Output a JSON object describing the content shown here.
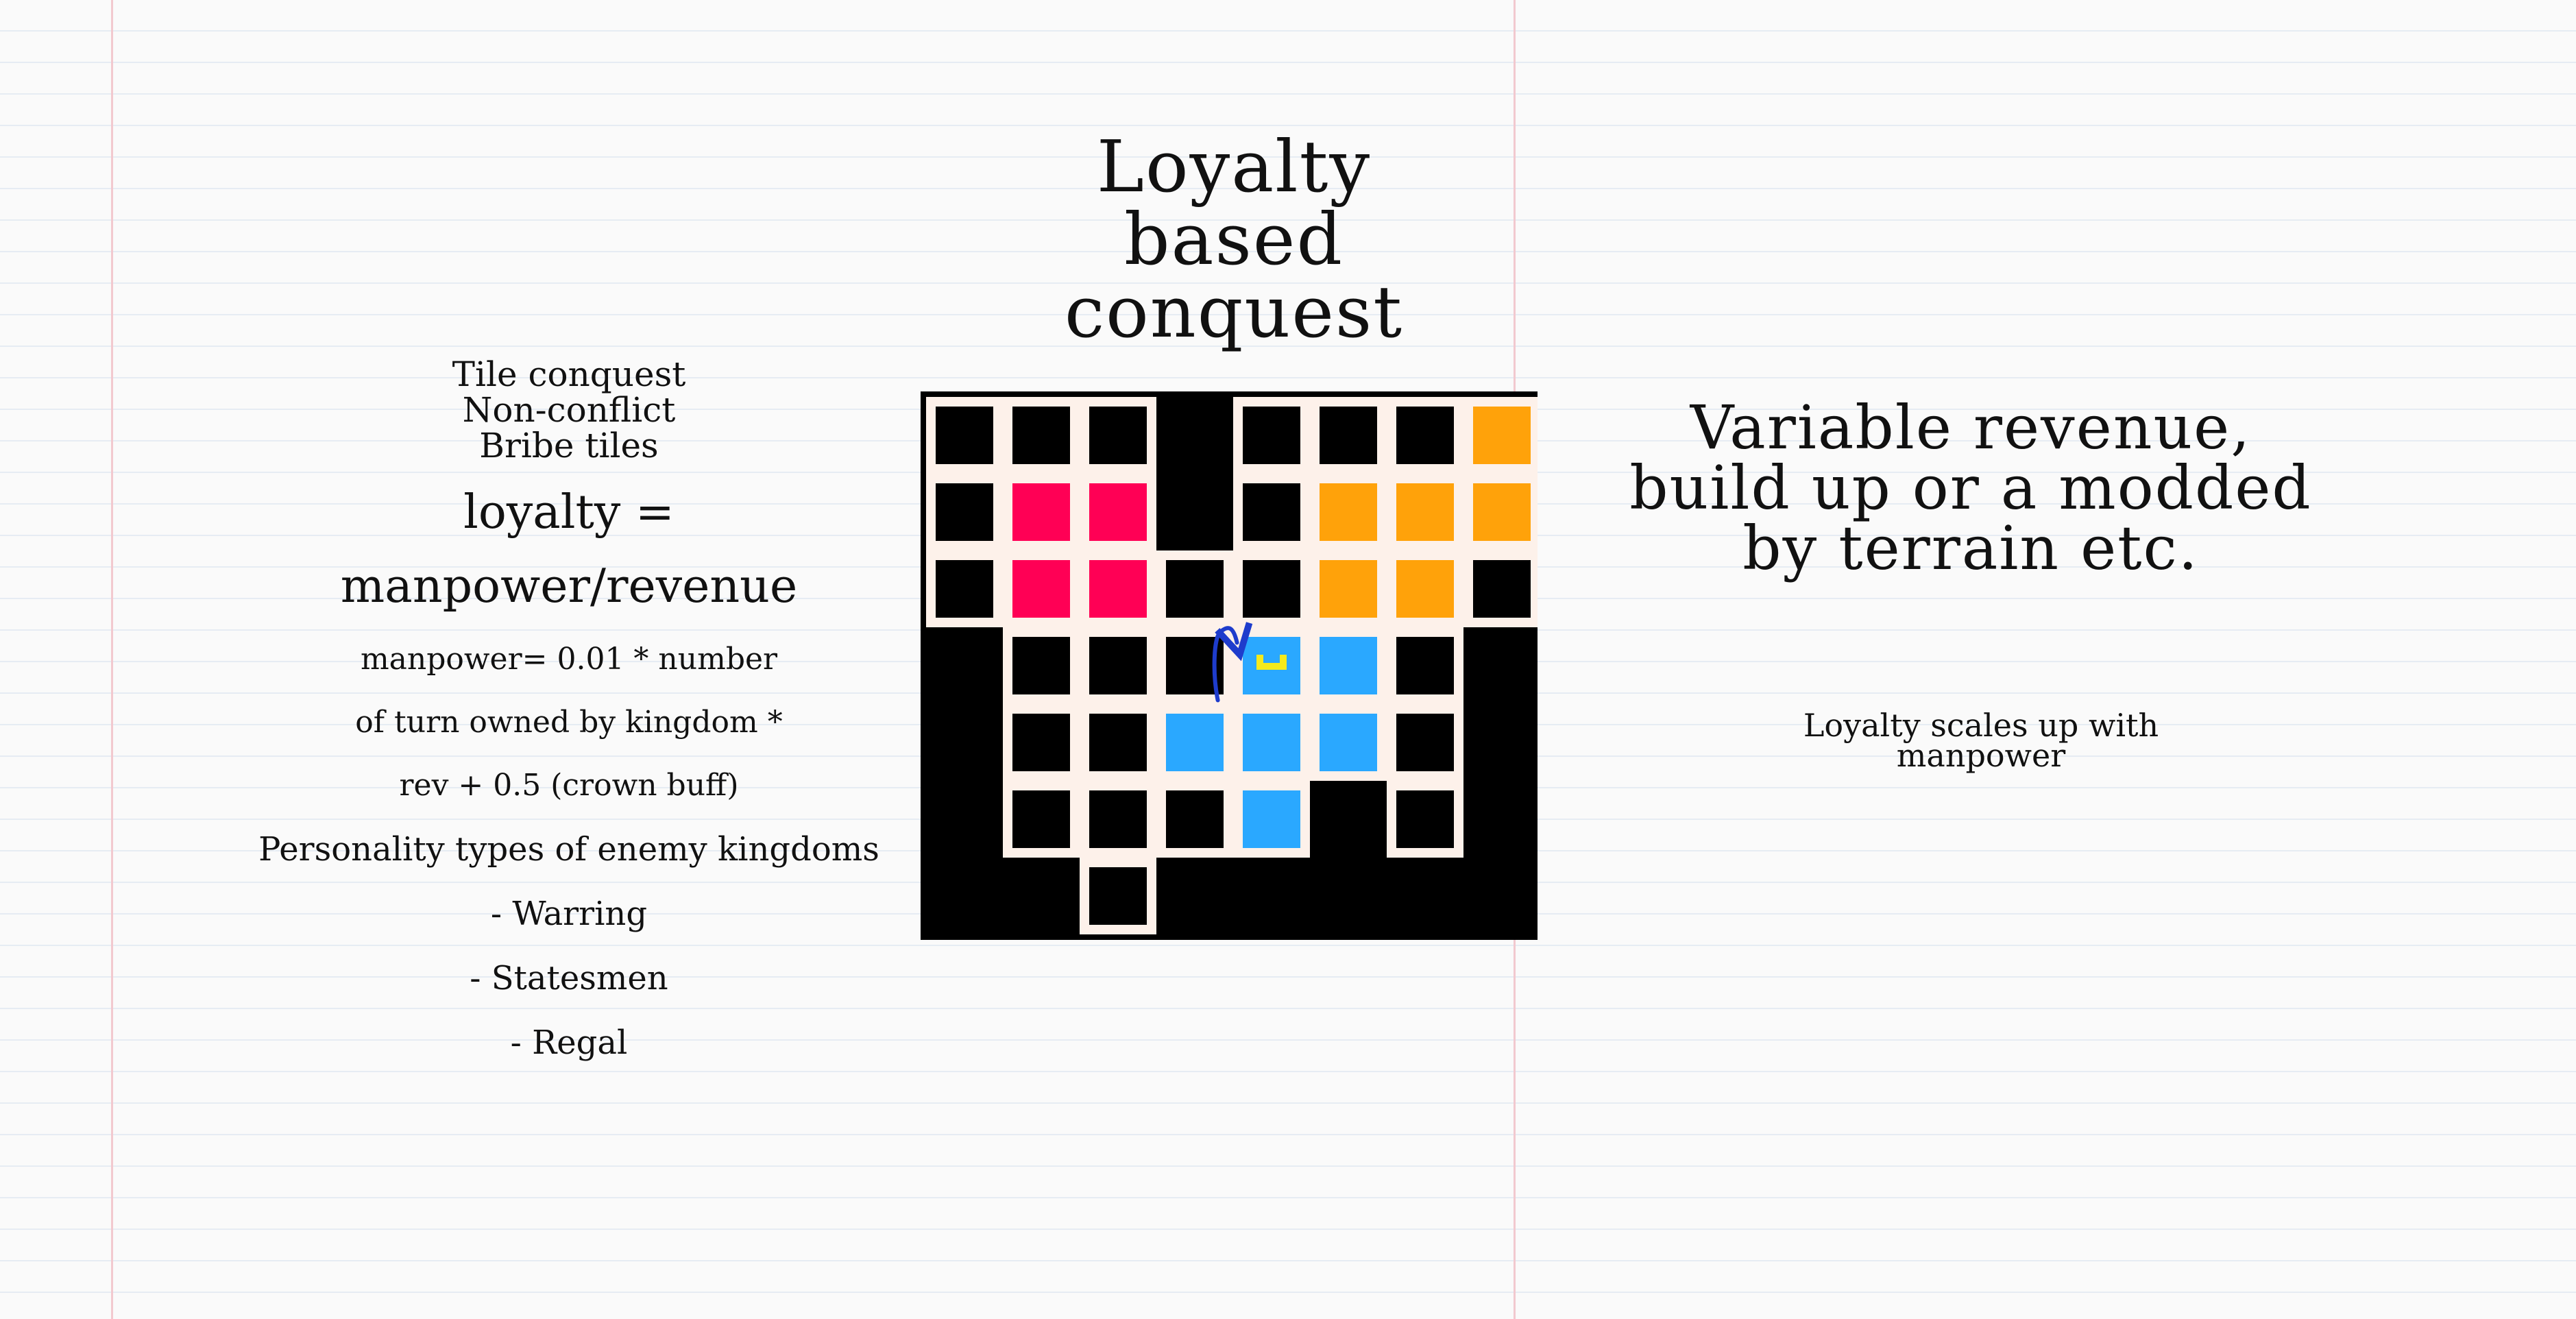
{
  "title": [
    "Loyalty",
    "based",
    "conquest"
  ],
  "left_notes": {
    "features": [
      "Tile conquest",
      "Non-conflict",
      "Bribe tiles"
    ],
    "loyalty_formula": [
      "loyalty =",
      "manpower/revenue"
    ],
    "manpower_formula": [
      "manpower= 0.01 * number",
      "of turn owned by kingdom *",
      "rev + 0.5 (crown buff)"
    ],
    "personality_heading": "Personality types of enemy kingdoms",
    "personality_types": [
      "- Warring",
      "- Statesmen",
      "- Regal"
    ]
  },
  "right_notes": {
    "heading": [
      "Variable revenue,",
      "build up or a modded",
      "by terrain etc."
    ],
    "note": [
      "Loyalty scales up with",
      "manpower"
    ]
  },
  "colors": {
    "paper": "#fafafa",
    "rule_line": "#e6ecf3",
    "margin_line": "#f2c9cf",
    "board_bg": "#000000",
    "board_floor": "#fdf1ea",
    "neutral_tile": "#000000",
    "red_kingdom": "#ff0055",
    "orange_kingdom": "#ffa20a",
    "blue_kingdom": "#2aa8ff",
    "crown": "#f5ea1c",
    "arrow": "#1e3ccc"
  },
  "map": {
    "grid": [
      "KKK_KKKO",
      "KRR_KOOO",
      "KRRKKOOK",
      "_KKKBBK_",
      "_KKBBBK_",
      "_KKKB_K_",
      "__K_____"
    ],
    "legend": {
      "K": "neutral tile",
      "R": "red kingdom tile",
      "O": "orange kingdom tile",
      "B": "blue kingdom tile",
      "_": "no tile"
    },
    "crown_tile": {
      "row": 3,
      "col": 4
    },
    "arrow_tiles": {
      "from": {
        "row": 3,
        "col": 3
      },
      "to": {
        "row": 3,
        "col": 4
      }
    }
  }
}
